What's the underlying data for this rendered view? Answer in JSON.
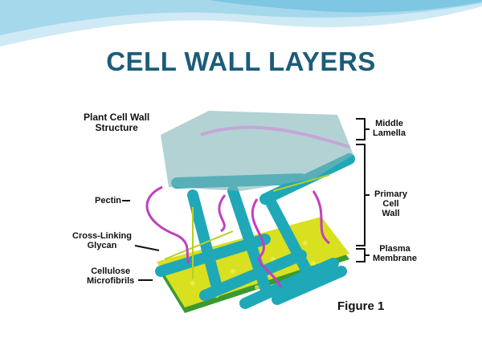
{
  "slide": {
    "title": "CELL WALL LAYERS"
  },
  "figure": {
    "heading_line1": "Plant Cell Wall",
    "heading_line2": "Structure",
    "labels_left": {
      "pectin": "Pectin",
      "glycan_line1": "Cross-Linking",
      "glycan_line2": "Glycan",
      "cellulose_line1": "Cellulose",
      "cellulose_line2": "Microfibrils"
    },
    "labels_right": {
      "middle_line1": "Middle",
      "middle_line2": "Lamella",
      "primary_line1": "Primary",
      "primary_line2": "Cell",
      "primary_line3": "Wall",
      "plasma_line1": "Plasma",
      "plasma_line2": "Membrane"
    },
    "caption": "Figure 1"
  },
  "colors": {
    "title": "#1d5c78",
    "wave": "#9fd3e8",
    "rod": "#1fa8b8",
    "pectin": "#c040c0",
    "membrane": "#d8e020"
  }
}
